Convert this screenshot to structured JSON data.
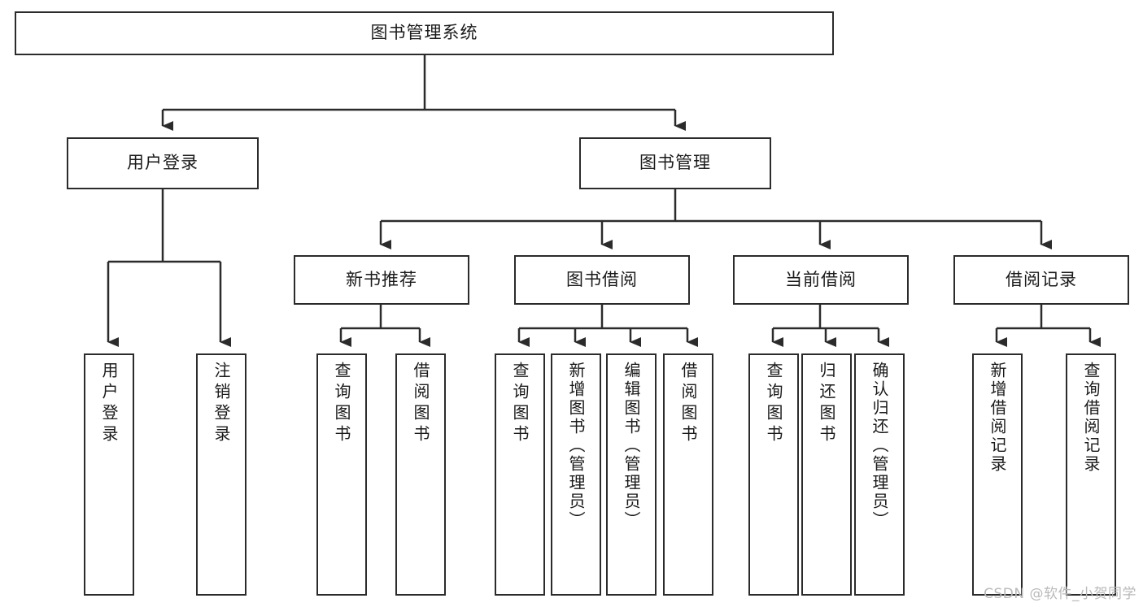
{
  "diagram": {
    "type": "tree-hierarchy-flowchart",
    "title_node": "图书管理系统",
    "watermark": "CSDN @软件_小贺同学",
    "colors": {
      "box_border": "#2b2b2b",
      "box_fill": "#ffffff",
      "connector": "#2b2b2b",
      "text": "#1a1a1a",
      "watermark": "#b9b9b9",
      "background": "#ffffff"
    },
    "nodes": {
      "root": {
        "label": "图书管理系统"
      },
      "level2": [
        {
          "id": "user-login",
          "label": "用户登录"
        },
        {
          "id": "book-management",
          "label": "图书管理"
        }
      ],
      "level3": [
        {
          "id": "new-book-recommend",
          "label": "新书推荐"
        },
        {
          "id": "book-borrow",
          "label": "图书借阅"
        },
        {
          "id": "current-borrow",
          "label": "当前借阅"
        },
        {
          "id": "borrow-record",
          "label": "借阅记录"
        }
      ],
      "leaves": {
        "user_login": [
          {
            "id": "leaf-user-login",
            "label": "用户登录"
          },
          {
            "id": "leaf-logout",
            "label": "注销登录"
          }
        ],
        "new_book_recommend": [
          {
            "id": "leaf-query-book-1",
            "label": "查询图书"
          },
          {
            "id": "leaf-borrow-book-1",
            "label": "借阅图书"
          }
        ],
        "book_borrow": [
          {
            "id": "leaf-query-book-2",
            "label": "查询图书"
          },
          {
            "id": "leaf-add-book",
            "label": "新增图书（管理员）"
          },
          {
            "id": "leaf-edit-book",
            "label": "编辑图书（管理员）"
          },
          {
            "id": "leaf-borrow-book-2",
            "label": "借阅图书"
          }
        ],
        "current_borrow": [
          {
            "id": "leaf-query-book-3",
            "label": "查询图书"
          },
          {
            "id": "leaf-return-book",
            "label": "归还图书"
          },
          {
            "id": "leaf-confirm-return",
            "label": "确认归还（管理员）"
          }
        ],
        "borrow_record": [
          {
            "id": "leaf-add-record",
            "label": "新增借阅记录"
          },
          {
            "id": "leaf-query-record",
            "label": "查询借阅记录"
          }
        ]
      }
    }
  }
}
